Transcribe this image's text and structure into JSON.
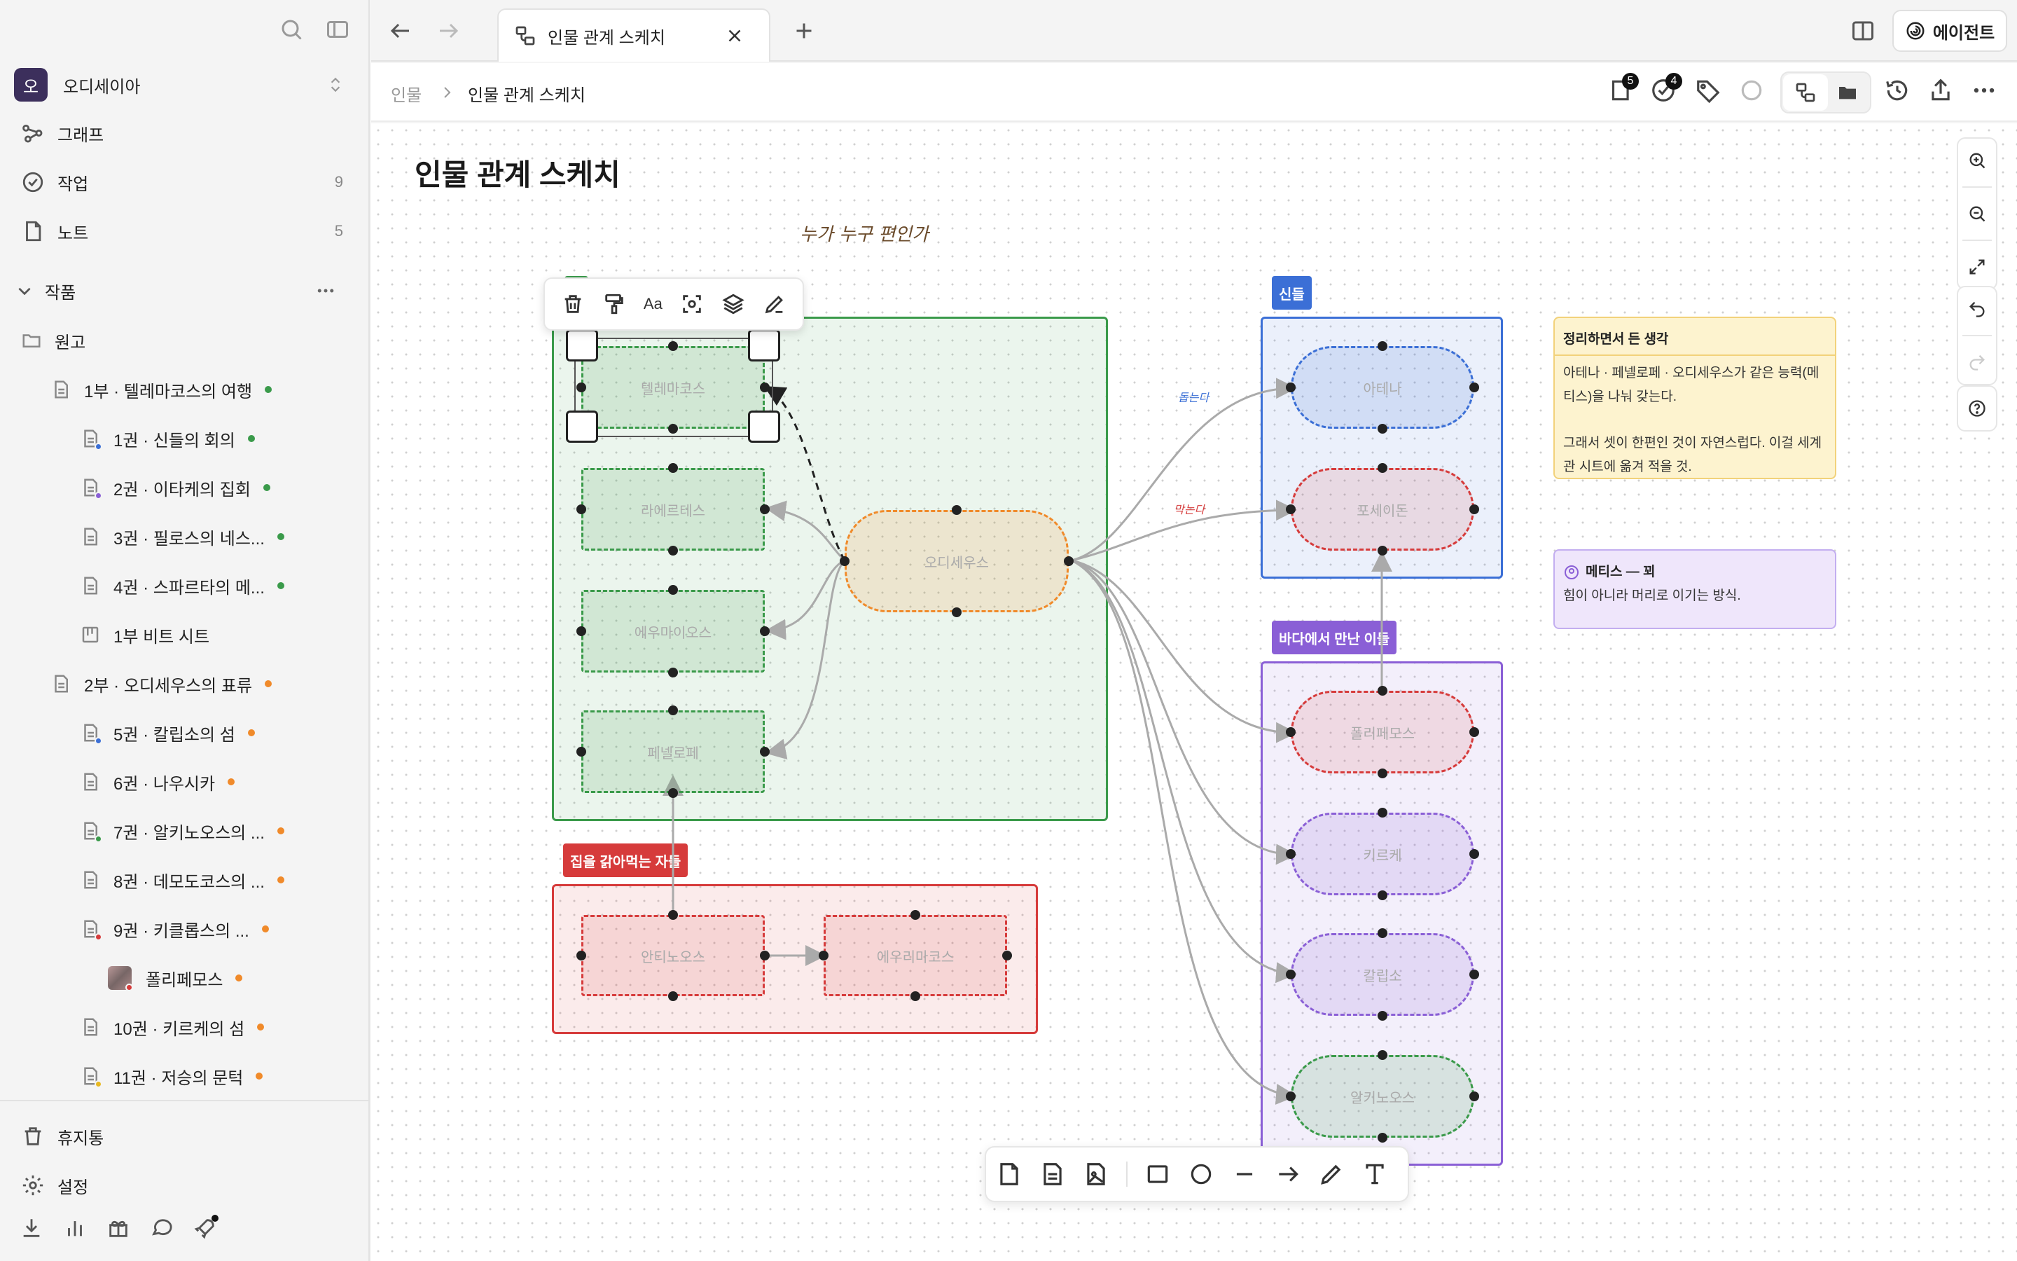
{
  "sidebar": {
    "workspace": {
      "initial": "오",
      "name": "오디세이아"
    },
    "nav": [
      {
        "label": "그래프",
        "count": ""
      },
      {
        "label": "작업",
        "count": "9"
      },
      {
        "label": "노트",
        "count": "5"
      }
    ],
    "section_title": "작품",
    "tree": [
      {
        "label": "원고"
      },
      {
        "label": "1부 · 텔레마코스의 여행",
        "dot": "#3a9a4a"
      },
      {
        "label": "1권 · 신들의 회의",
        "dot": "#3a9a4a",
        "sub": "#3b6fd6"
      },
      {
        "label": "2권 · 이타케의 집회",
        "dot": "#3a9a4a",
        "sub": "#8a5fd6"
      },
      {
        "label": "3권 · 필로스의 네스...",
        "dot": "#3a9a4a"
      },
      {
        "label": "4권 · 스파르타의 메...",
        "dot": "#3a9a4a"
      },
      {
        "label": "1부 비트 시트"
      },
      {
        "label": "2부 · 오디세우스의 표류",
        "dot": "#f08a2a"
      },
      {
        "label": "5권 · 칼립소의 섬",
        "dot": "#f08a2a",
        "sub": "#3b6fd6"
      },
      {
        "label": "6권 · 나우시카",
        "dot": "#f08a2a"
      },
      {
        "label": "7권 · 알키노오스의 ...",
        "dot": "#f08a2a",
        "sub": "#3a9a4a"
      },
      {
        "label": "8권 · 데모도코스의 ...",
        "dot": "#f08a2a"
      },
      {
        "label": "9권 · 키클롭스의 ...",
        "dot": "#f08a2a",
        "sub": "#d63b3b"
      },
      {
        "label": "폴리페모스",
        "dot": "#f08a2a"
      },
      {
        "label": "10권 · 키르케의 섬",
        "dot": "#f08a2a"
      },
      {
        "label": "11권 · 저승의 문턱",
        "dot": "#f08a2a",
        "sub": "#e8b820"
      }
    ],
    "footer": [
      {
        "label": "휴지통"
      },
      {
        "label": "설정"
      }
    ]
  },
  "tabbar": {
    "tab_title": "인물 관계 스케치",
    "agent_label": "에이전트"
  },
  "docbar": {
    "breadcrumb_parent": "인물",
    "breadcrumb_current": "인물 관계 스케치",
    "badge_notes": "5",
    "badge_tasks": "4"
  },
  "canvas": {
    "title": "인물 관계 스케치",
    "handwritten_heading": "누가 누구 편인가",
    "hand_label_1": "돕는다",
    "hand_label_2": "막는다",
    "toolbar_text_tool": "Aa",
    "groups": {
      "ithaca": {
        "label": "",
        "color": "#3a9a4a"
      },
      "gods": {
        "label": "신들",
        "color": "#3b6fd6"
      },
      "sea": {
        "label": "바다에서 만난 이들",
        "color": "#8a5fd6"
      },
      "suitors": {
        "label": "집을 갉아먹는 자들",
        "color": "#d63b3b"
      }
    },
    "nodes": {
      "telemachus": "텔레마코스",
      "laertes": "라에르테스",
      "eumaeus": "에우마이오스",
      "penelope": "페넬로페",
      "odysseus": "오디세우스",
      "athena": "아테나",
      "poseidon": "포세이돈",
      "polyphemus": "폴리페모스",
      "circe": "키르케",
      "calypso": "칼립소",
      "alcinous": "알키노오스",
      "antinous": "안티노오스",
      "eurymachus": "에우리마코스"
    },
    "sticky_yellow": {
      "title": "정리하면서 든 생각",
      "line1": "아테나 · 페넬로페 · 오디세우스가 같은 능력(메",
      "line2": "티스)을 나눠 갖는다.",
      "line3": "그래서 셋이 한편인 것이 자연스럽다. 이걸 세계",
      "line4": "관 시트에 옮겨 적을 것."
    },
    "sticky_purple": {
      "title": "메티스 — 꾀",
      "body": "힘이 아니라 머리로 이기는 방식."
    }
  },
  "colors": {
    "green": "#3a9a4a",
    "blue": "#3b6fd6",
    "purple": "#8a5fd6",
    "red": "#d63b3b",
    "orange": "#f08a2a"
  }
}
